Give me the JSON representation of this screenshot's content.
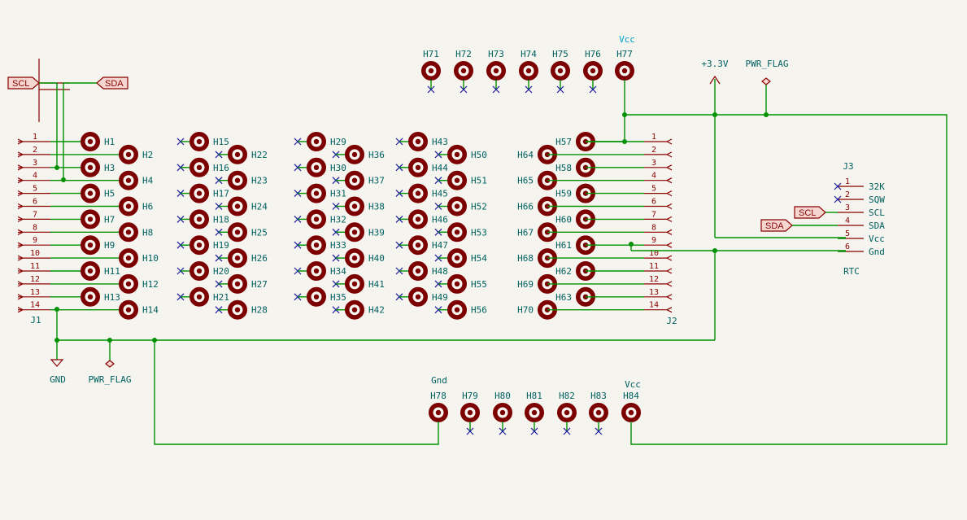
{
  "colors": {
    "background": "#f5f4ef",
    "wire": "#009100",
    "pad": "#7d0000",
    "reference": "#006060",
    "pin_number": "#8b0000",
    "no_connect": "#1a1aa0",
    "vcc_label": "#00a0c8"
  },
  "connectors": {
    "j1": {
      "ref": "J1",
      "pins": [
        "1",
        "2",
        "3",
        "4",
        "5",
        "6",
        "7",
        "8",
        "9",
        "10",
        "11",
        "12",
        "13",
        "14"
      ]
    },
    "j2": {
      "ref": "J2",
      "pins": [
        "1",
        "2",
        "3",
        "4",
        "5",
        "6",
        "7",
        "8",
        "9",
        "10",
        "11",
        "12",
        "13",
        "14"
      ]
    },
    "j3": {
      "ref": "J3",
      "value": "RTC",
      "pins": [
        "1",
        "2",
        "3",
        "4",
        "5",
        "6"
      ],
      "pin_names": [
        "32K",
        "SQW",
        "SCL",
        "SDA",
        "Vcc",
        "Gnd"
      ]
    }
  },
  "pads": {
    "col1": [
      "H1",
      "H2",
      "H3",
      "H4",
      "H5",
      "H6",
      "H7",
      "H8",
      "H9",
      "H10",
      "H11",
      "H12",
      "H13",
      "H14"
    ],
    "col2": [
      "H15",
      "H22",
      "H16",
      "H23",
      "H17",
      "H24",
      "H18",
      "H25",
      "H19",
      "H26",
      "H20",
      "H27",
      "H21",
      "H28"
    ],
    "col3": [
      "H29",
      "H36",
      "H30",
      "H37",
      "H31",
      "H38",
      "H32",
      "H39",
      "H33",
      "H40",
      "H34",
      "H41",
      "H35",
      "H42"
    ],
    "col4": [
      "H43",
      "H50",
      "H44",
      "H51",
      "H45",
      "H52",
      "H46",
      "H53",
      "H47",
      "H54",
      "H48",
      "H55",
      "H49",
      "H56"
    ],
    "col5": [
      "H57",
      "H64",
      "H58",
      "H65",
      "H59",
      "H66",
      "H60",
      "H67",
      "H61",
      "H68",
      "H62",
      "H69",
      "H63",
      "H70"
    ],
    "top_row": [
      "H71",
      "H72",
      "H73",
      "H74",
      "H75",
      "H76",
      "H77"
    ],
    "bottom_row": [
      "H78",
      "H79",
      "H80",
      "H81",
      "H82",
      "H83",
      "H84"
    ]
  },
  "labels": {
    "scl": "SCL",
    "sda": "SDA",
    "vcc_top": "Vcc",
    "gnd_bottom": "Gnd",
    "vcc_bottom": "Vcc",
    "plus33": "+3.3V",
    "pwr_flag_top": "PWR_FLAG",
    "gnd": "GND",
    "pwr_flag_bottom": "PWR_FLAG"
  }
}
